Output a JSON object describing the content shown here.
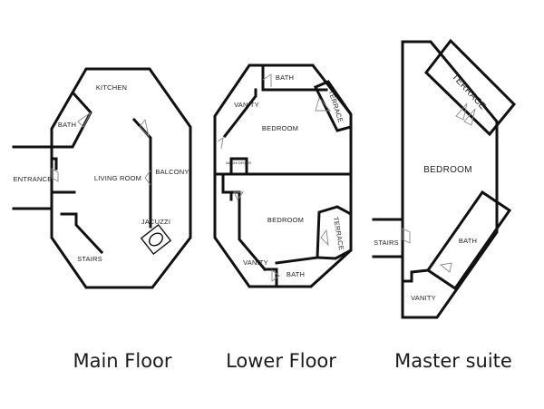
{
  "main_floor": {
    "caption": "Main Floor",
    "rooms": {
      "kitchen": "KITCHEN",
      "bath": "BATH",
      "entrance": "ENTRANCE",
      "living_room": "LIVING ROOM",
      "balcony": "BALCONY",
      "jacuzzi": "JACUZZI",
      "stairs": "STAIRS"
    }
  },
  "lower_floor": {
    "caption": "Lower Floor",
    "rooms": {
      "bath_top": "BATH",
      "vanity_top": "VANITY",
      "terrace_top": "TERRACE",
      "bedroom_top": "BEDROOM",
      "wash_dryer": "WASH/ DRYER",
      "bedroom_bottom": "BEDROOM",
      "terrace_bottom": "TERRACE",
      "vanity_bottom": "VANITY",
      "bath_bottom": "BATH"
    }
  },
  "master_suite": {
    "caption": "Master suite",
    "rooms": {
      "terrace": "TERRACE",
      "bedroom": "BEDROOM",
      "stairs": "STAIRS",
      "bath": "BATH",
      "vanity": "VANITY"
    }
  }
}
